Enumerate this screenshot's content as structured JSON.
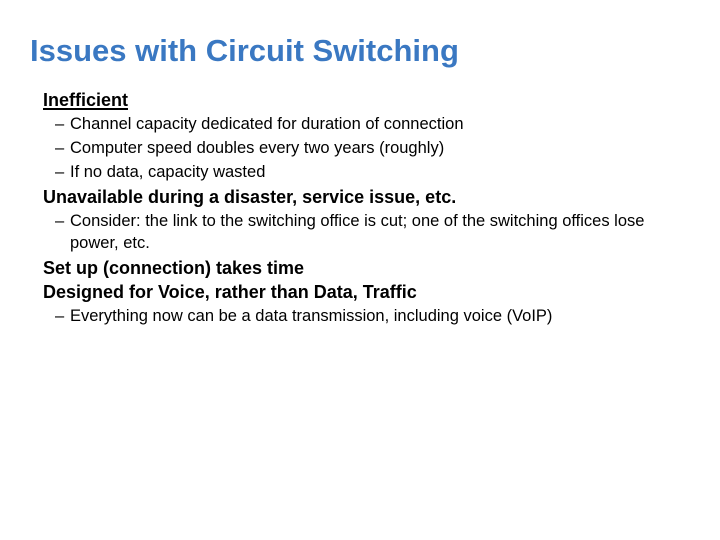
{
  "slide": {
    "title": "Issues with Circuit Switching",
    "title_color": "#3a78c2",
    "sections": [
      {
        "heading": "Inefficient",
        "underlined": true,
        "bullets": [
          "Channel capacity dedicated for duration of connection",
          "Computer speed doubles every two years (roughly)",
          "If no data, capacity wasted"
        ]
      },
      {
        "heading": "Unavailable during a disaster, service issue, etc.",
        "underlined": false,
        "bullets": [
          "Consider: the link to the switching office is cut; one of the switching offices lose power, etc."
        ]
      },
      {
        "heading": "Set up (connection) takes time",
        "underlined": false,
        "bullets": []
      },
      {
        "heading": "Designed for Voice, rather than Data, Traffic",
        "underlined": false,
        "bullets": [
          "Everything now can be a data transmission, including voice (VoIP)"
        ]
      }
    ],
    "bullet_marker": "–"
  }
}
